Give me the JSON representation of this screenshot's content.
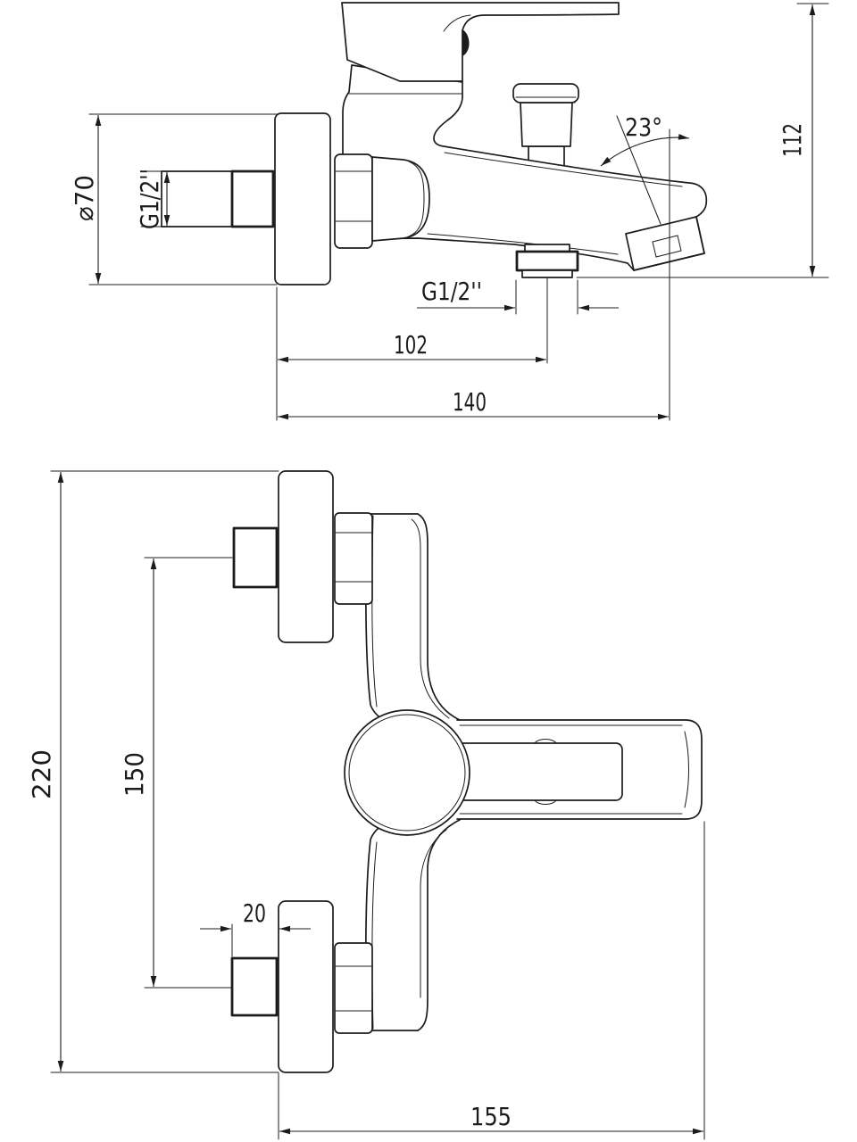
{
  "drawing": {
    "background": "#ffffff",
    "line_color": "#1c1c1c",
    "side_view": {
      "labels": {
        "plate_diameter": "⌀70",
        "inlet_thread": "G1/2''",
        "hose_thread": "G1/2''",
        "spout_angle": "23°",
        "overall_height": "112",
        "hose_outlet_offset": "102",
        "spout_reach": "140"
      }
    },
    "plan_view": {
      "labels": {
        "overall_span": "220",
        "inlet_spacing": "150",
        "eccentric_offset": "20",
        "overall_depth": "155"
      }
    }
  }
}
